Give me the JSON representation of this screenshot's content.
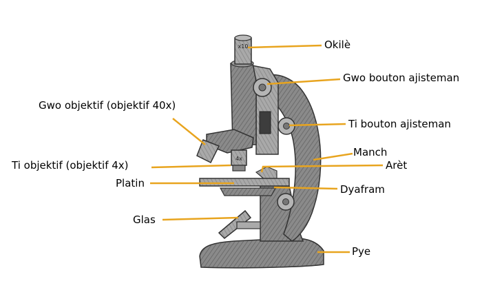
{
  "labels": {
    "ocular": "Okilè",
    "coarse_focus": "Gwo bouton ajisteman",
    "fine_focus": "Ti bouton ajisteman",
    "arm": "Manch",
    "stop": "Arèt",
    "diaphragm": "Dyafram",
    "base": "Pye",
    "high_objective": "Gwo objektif (objektif 40x)",
    "low_objective": "Ti objektif (objektif 4x)",
    "stage": "Platin",
    "mirror": "Glas"
  },
  "marks": {
    "eyepiece": "x10",
    "objective": "4x"
  },
  "colors": {
    "leader": "#e8a41e",
    "body": "#7a7a7a",
    "body_dark": "#555555",
    "outline": "#333333"
  }
}
